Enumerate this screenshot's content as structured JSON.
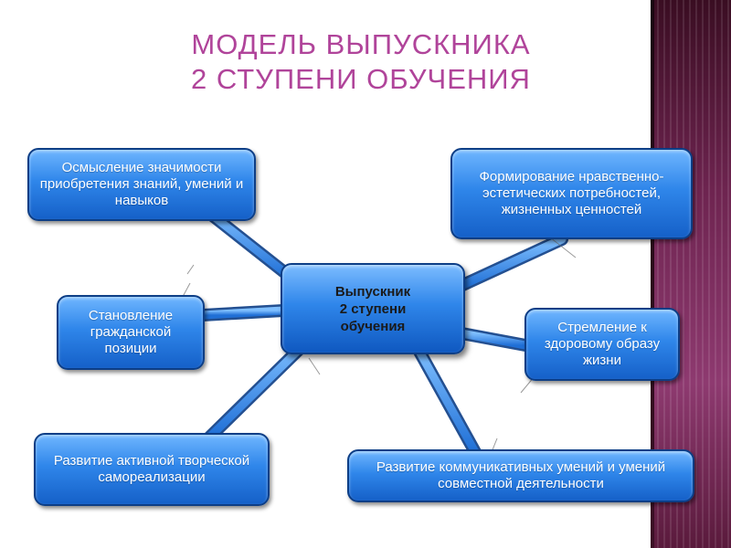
{
  "title": {
    "line1": "МОДЕЛЬ ВЫПУСКНИКА",
    "line2": "2 СТУПЕНИ ОБУЧЕНИЯ"
  },
  "center": {
    "line1": "Выпускник",
    "line2": "2 ступени",
    "line3": "обучения"
  },
  "nodes": {
    "top_left": "Осмысление значимости приобретения знаний, умений и навыков",
    "top_right": "Формирование нравственно-эстетических потребностей, жизненных ценностей",
    "mid_left": "Становление гражданской позиции",
    "mid_right": "Стремление к здоровому образу жизни",
    "bottom_left": "Развитие активной творческой самореализации",
    "bottom_right": "Развитие коммуникативных умений и умений совместной деятельности"
  },
  "colors": {
    "title": "#b0449a",
    "box": "#2f86ea",
    "box_border": "#0d3e86",
    "side_band": "#6e2450"
  }
}
